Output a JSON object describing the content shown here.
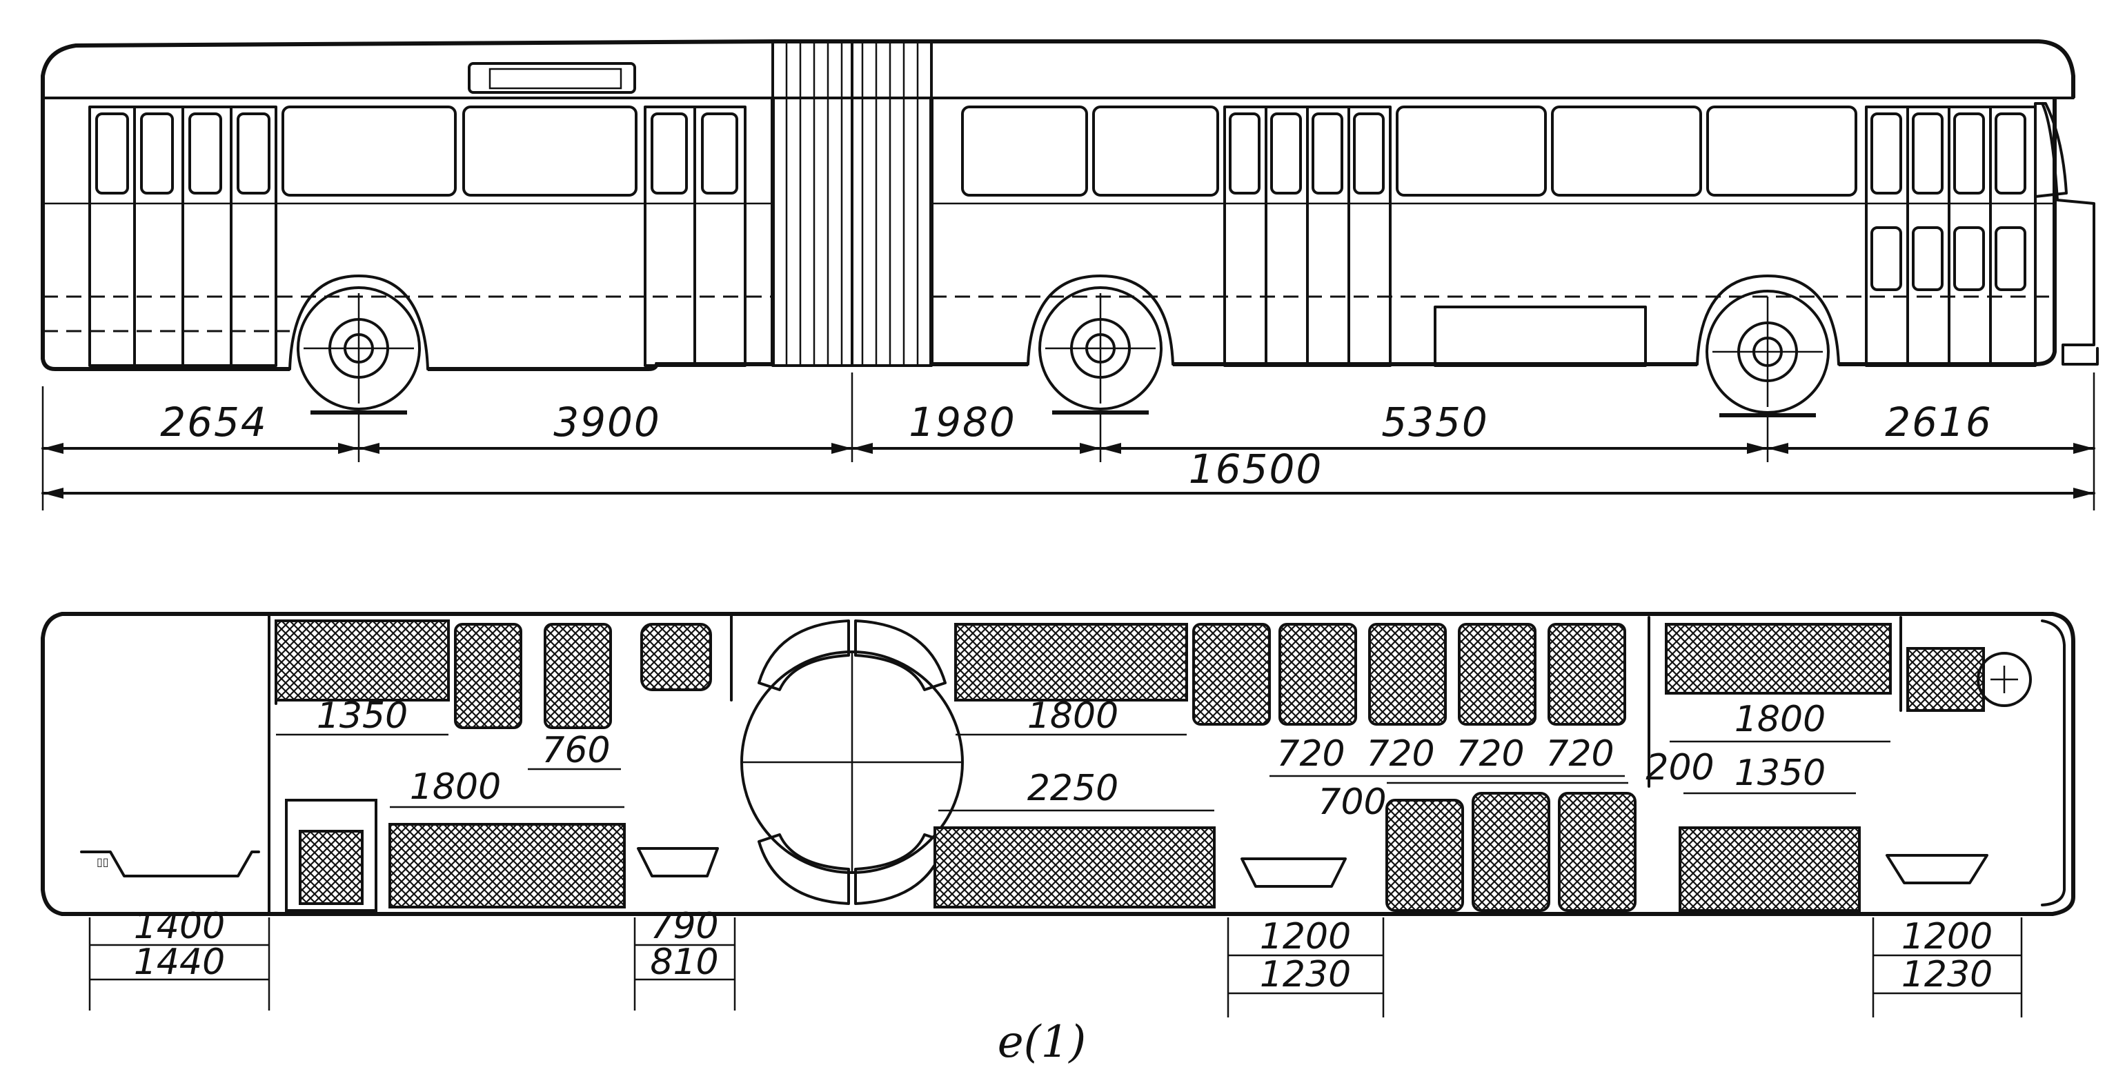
{
  "caption": "e(1)",
  "side_view": {
    "dimensions": {
      "front_overhang": "2654",
      "wheelbase_front": "3900",
      "to_middle_axle": "1980",
      "wheelbase_rear": "5350",
      "rear_overhang": "2616",
      "overall_length": "16500"
    }
  },
  "plan_view": {
    "seat_dims_top": {
      "a": "1350",
      "b": "760",
      "c": "1800",
      "d1": "720",
      "d2": "720",
      "d3": "720",
      "d4": "720",
      "e": "1800",
      "f": "200"
    },
    "seat_dims_bottom": {
      "a": "1800",
      "b": "2250",
      "c": "700",
      "d": "1350"
    },
    "door_dims": [
      {
        "top": "1400",
        "bottom": "1440"
      },
      {
        "top": "790",
        "bottom": "810"
      },
      {
        "top": "1200",
        "bottom": "1230"
      },
      {
        "top": "1200",
        "bottom": "1230"
      }
    ]
  },
  "icons": [
    "wheel-icon",
    "steering-wheel-icon",
    "turntable-icon"
  ]
}
